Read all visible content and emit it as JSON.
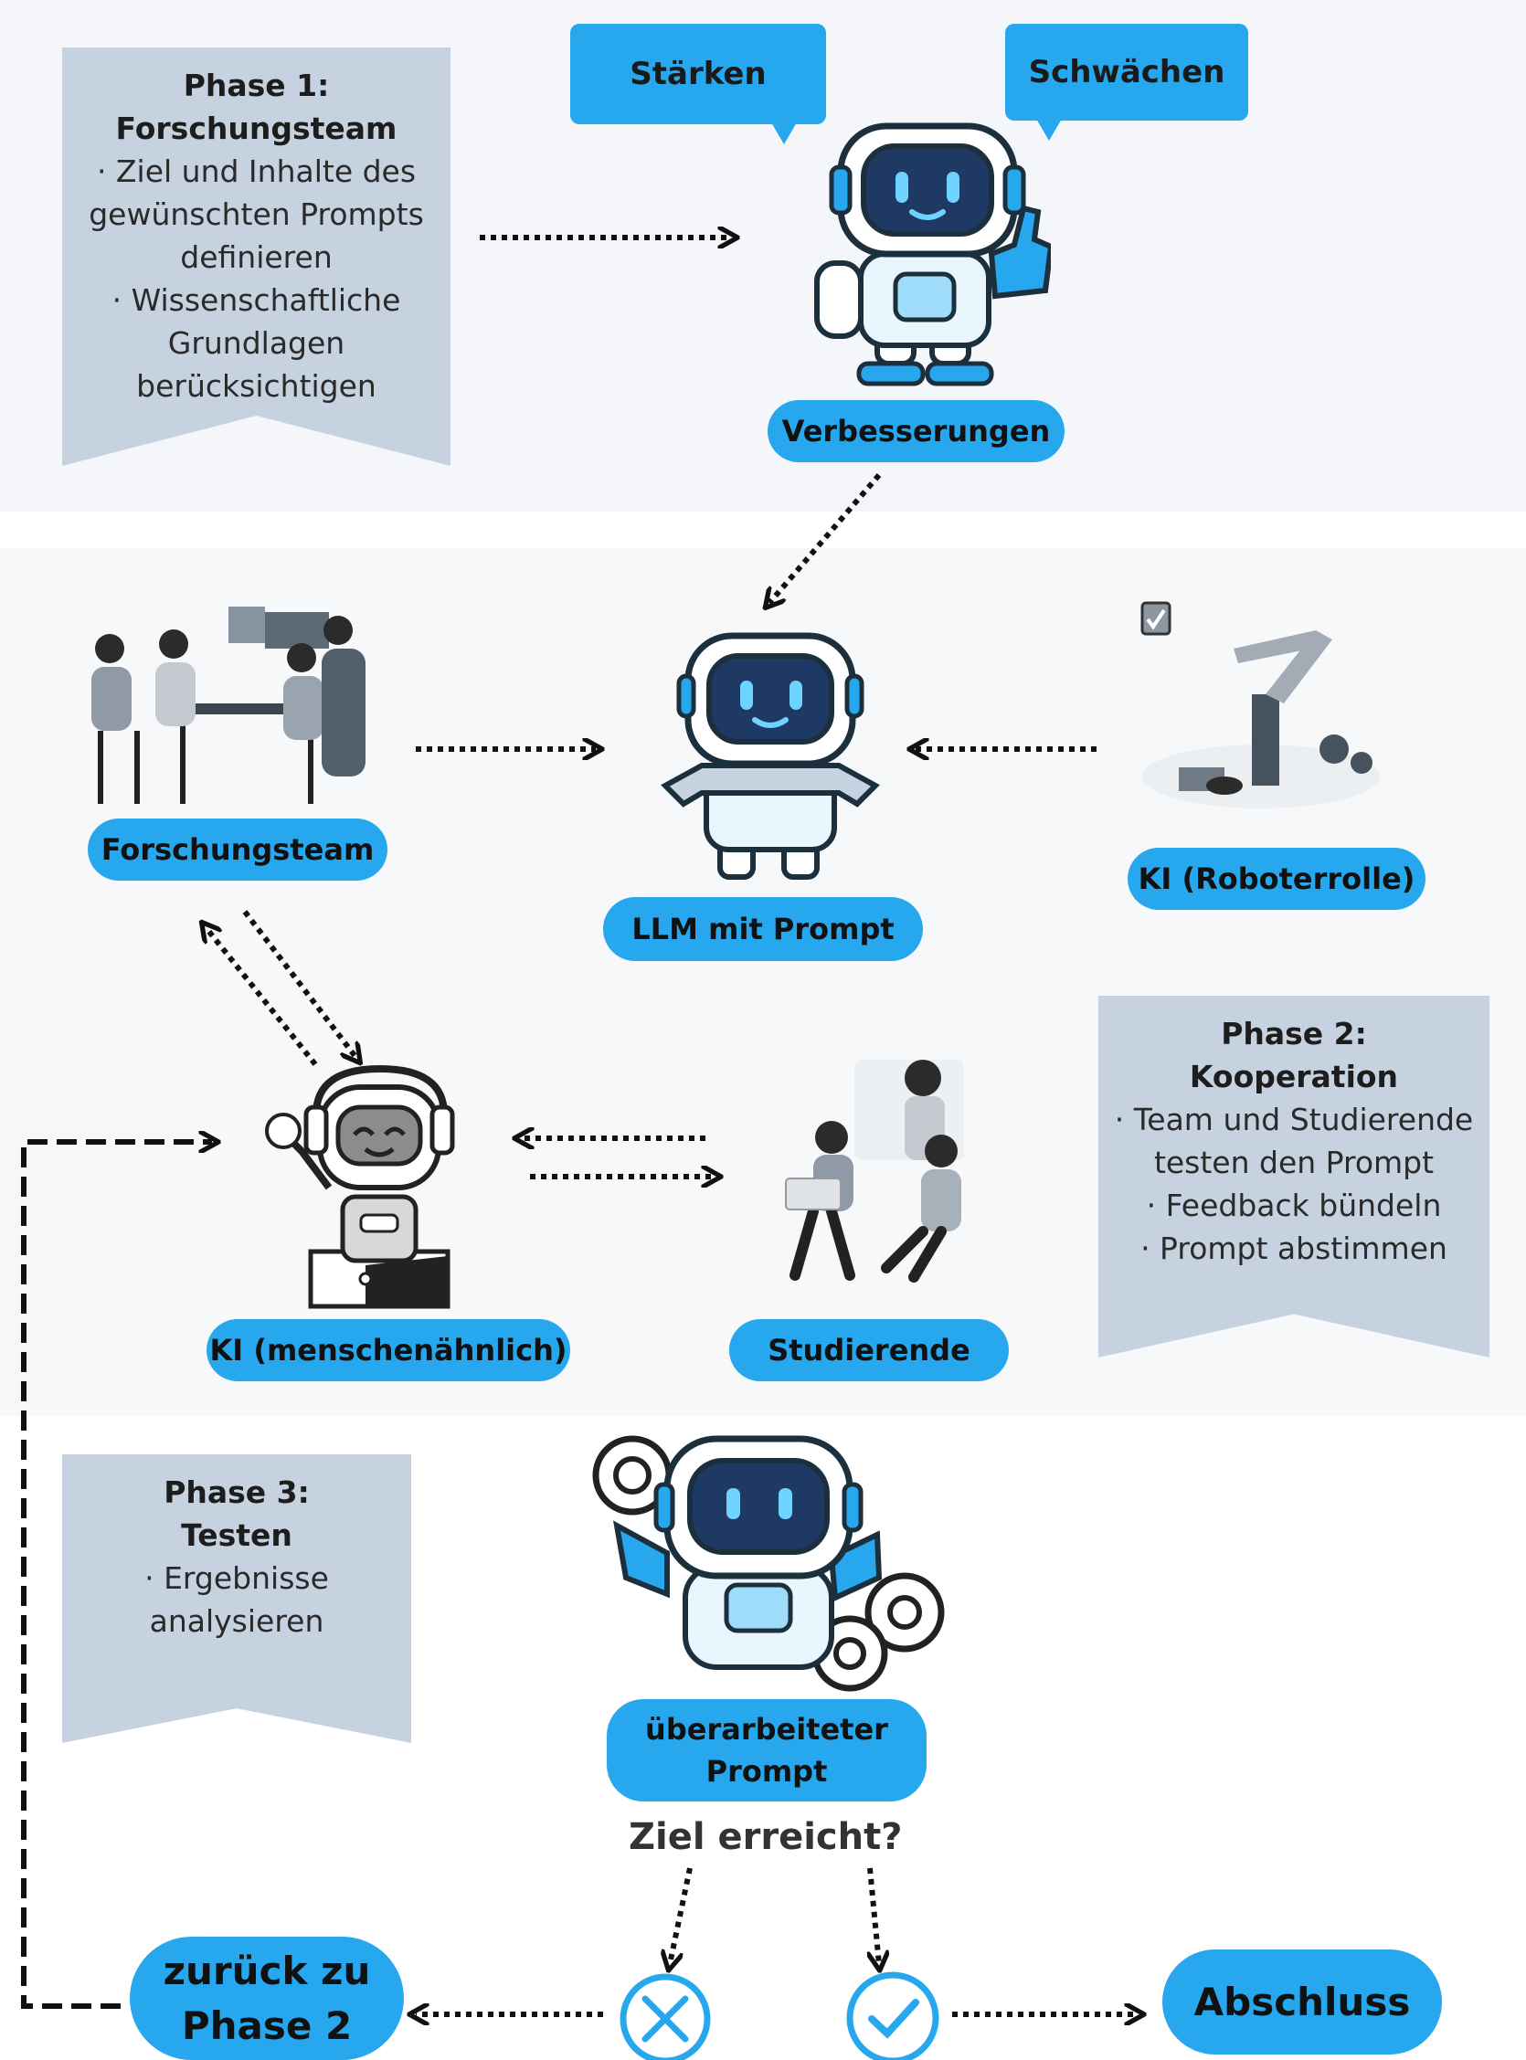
{
  "colors": {
    "accent": "#27a8ee",
    "phase_box": "#c7d2e1",
    "band": "#f4f6f9",
    "arrow": "#111111"
  },
  "phase1": {
    "title_line1": "Phase 1:",
    "title_line2": "Forschungsteam",
    "bullets": [
      "· Ziel und Inhalte des",
      "gewünschten Prompts",
      "definieren",
      "· Wissenschaftliche",
      "Grundlagen",
      "berücksichtigen"
    ]
  },
  "phase2": {
    "title_line1": "Phase 2:",
    "title_line2": "Kooperation",
    "bullets": [
      "· Team und Studierende",
      "testen den Prompt",
      "· Feedback bündeln",
      "· Prompt abstimmen"
    ]
  },
  "phase3": {
    "title_line1": "Phase 3:",
    "title_line2": "Testen",
    "bullets": [
      "· Ergebnisse",
      "analysieren"
    ]
  },
  "bubbles": {
    "strengths": "Stärken",
    "weaknesses": "Schwächen"
  },
  "labels": {
    "improvements": "Verbesserungen",
    "research_team": "Forschungsteam",
    "llm_prompt": "LLM mit Prompt",
    "ai_robot_role": "KI (Roboterrolle)",
    "ai_humanlike": "KI (menschenähnlich)",
    "students": "Studierende",
    "revised_prompt_line1": "überarbeiteter",
    "revised_prompt_line2": "Prompt",
    "back_line1": "zurück zu",
    "back_line2": "Phase 2",
    "completion": "Abschluss"
  },
  "question": "Ziel erreicht?",
  "icons": [
    "robot-thumbs-up-icon",
    "robot-wrench-icon",
    "robot-arm-icon",
    "team-meeting-icon",
    "robot-headphones-icon",
    "students-icon",
    "robot-gears-icon",
    "cross-circle-icon",
    "check-circle-icon"
  ]
}
